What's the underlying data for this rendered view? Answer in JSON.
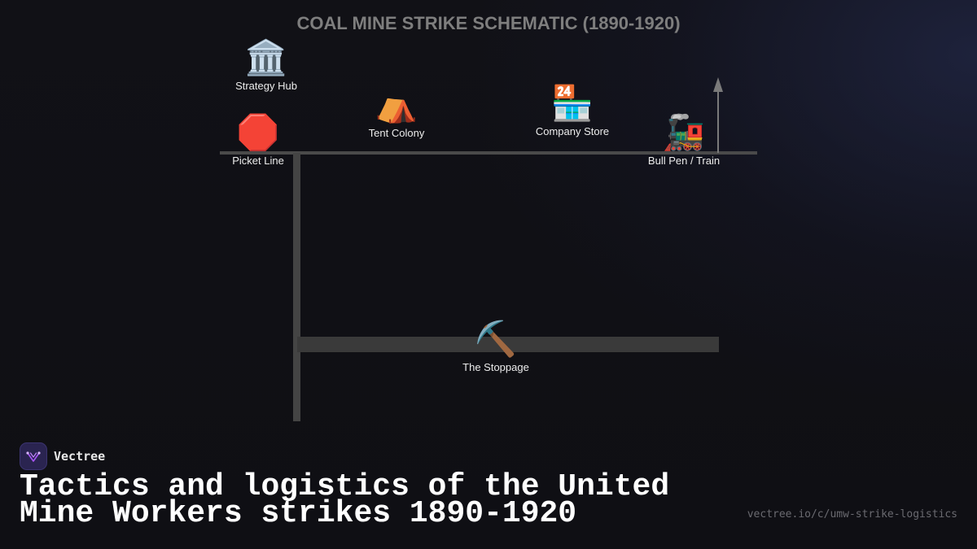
{
  "diagram": {
    "title": "COAL MINE STRIKE SCHEMATIC (1890-1920)",
    "nodes": [
      {
        "id": "strategy-hub",
        "label": "Strategy Hub",
        "icon": "🏛️",
        "icon_name": "classical-building-icon"
      },
      {
        "id": "picket-line",
        "label": "Picket Line",
        "icon": "🛑",
        "icon_name": "stop-sign-icon"
      },
      {
        "id": "tent-colony",
        "label": "Tent Colony",
        "icon": "⛺",
        "icon_name": "tent-icon"
      },
      {
        "id": "company-store",
        "label": "Company Store",
        "icon": "🏪",
        "icon_name": "convenience-store-icon"
      },
      {
        "id": "bull-pen",
        "label": "Bull Pen / Train",
        "icon": "🚂",
        "icon_name": "locomotive-icon"
      },
      {
        "id": "the-stoppage",
        "label": "The Stoppage",
        "icon": "⛏️",
        "icon_name": "pick-icon"
      }
    ]
  },
  "footer": {
    "brand_name": "Vectree",
    "brand_logo": "vectree-logo-icon",
    "caption": "Tactics and logistics of the United Mine Workers strikes 1890-1920",
    "url": "vectree.io/c/umw-strike-logistics"
  },
  "colors": {
    "background": "#111116",
    "title": "#7e7e7e",
    "track": "#4a4a4a",
    "logo_bg": "#2a2450",
    "logo_accent": "#a855f7"
  }
}
